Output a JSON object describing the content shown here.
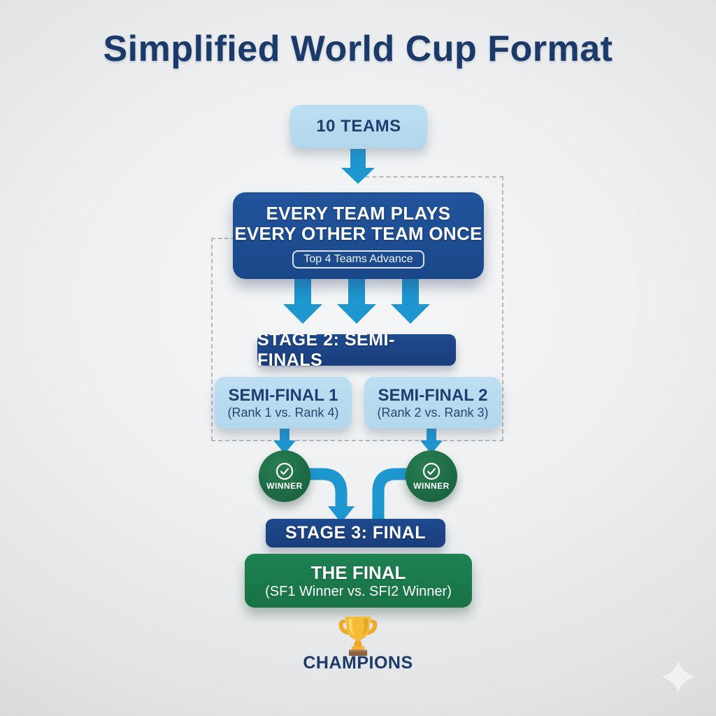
{
  "title": "Simplified World Cup Format",
  "flow": {
    "teams": {
      "label": "10 TEAMS"
    },
    "round_robin": {
      "line1": "EVERY TEAM PLAYS",
      "line2": "EVERY OTHER TEAM ONCE",
      "pill": "Top 4 Teams Advance"
    },
    "stage2": {
      "label": "STAGE 2: SEMI-FINALS"
    },
    "semifinal1": {
      "title": "SEMI-FINAL 1",
      "subtitle": "(Rank 1 vs. Rank 4)"
    },
    "semifinal2": {
      "title": "SEMI-FINAL 2",
      "subtitle": "(Rank 2 vs. Rank 3)"
    },
    "winner1": {
      "label": "WINNER"
    },
    "winner2": {
      "label": "WINNER"
    },
    "stage3": {
      "label": "STAGE 3: FINAL"
    },
    "final": {
      "title": "THE FINAL",
      "subtitle": "(SF1 Winner vs. SFI2 Winner)"
    },
    "champions": {
      "label": "CHAMPIONS"
    }
  },
  "icons": {
    "winner_check": "check-circle-icon",
    "trophy": "trophy-icon",
    "sparkle": "sparkle-watermark-icon"
  },
  "colors": {
    "title_navy": "#1b3a69",
    "box_navy": "#1d4e96",
    "bar_navy": "#1d4385",
    "light_blue": "#b4d8ed",
    "arrow_blue": "#1e96d0",
    "winner_green": "#1e6b45",
    "final_green": "#1b7a4c",
    "trophy_gold": "#f5b92e",
    "dashed_gray": "#b3b6bb",
    "background": "#e9ebec"
  }
}
